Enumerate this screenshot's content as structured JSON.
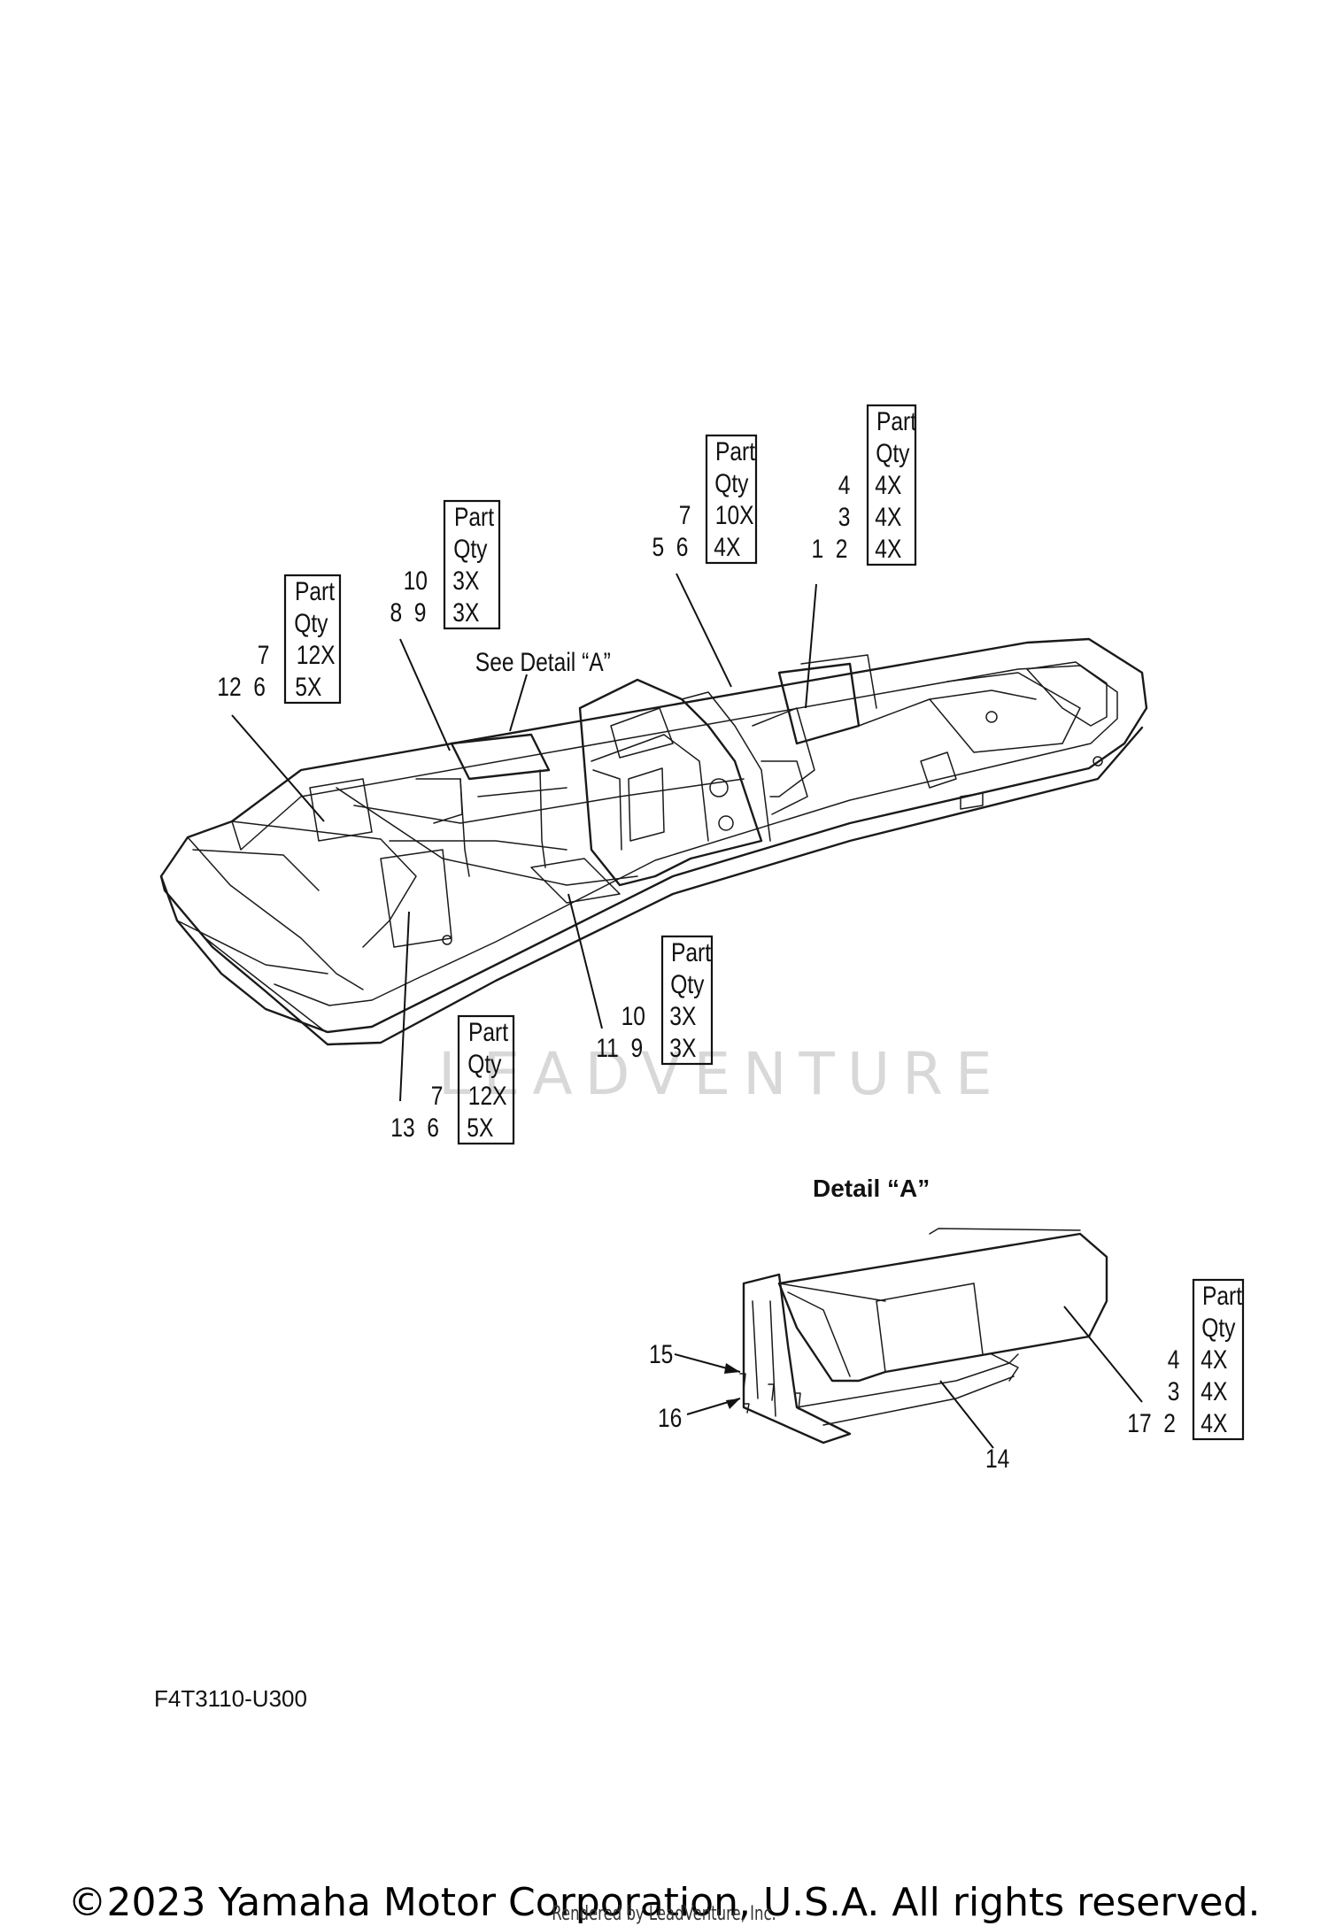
{
  "diagram": {
    "part_qty_header_part": "Part",
    "part_qty_header_qty": "Qty",
    "see_detail_label": "See Detail “A”",
    "detail_title": "Detail “A”",
    "watermark": "LEADVENTURE",
    "tables": [
      {
        "rows": [
          {
            "parts": "7",
            "qty": "12X"
          },
          {
            "parts": "12  6",
            "qty": "5X"
          }
        ]
      },
      {
        "rows": [
          {
            "parts": "10",
            "qty": "3X"
          },
          {
            "parts": "8  9",
            "qty": "3X"
          }
        ]
      },
      {
        "rows": [
          {
            "parts": "7",
            "qty": "10X"
          },
          {
            "parts": "5  6",
            "qty": "4X"
          }
        ]
      },
      {
        "rows": [
          {
            "parts": "4",
            "qty": "4X"
          },
          {
            "parts": "3",
            "qty": "4X"
          },
          {
            "parts": "1  2",
            "qty": "4X"
          }
        ]
      },
      {
        "rows": [
          {
            "parts": "10",
            "qty": "3X"
          },
          {
            "parts": "11  9",
            "qty": "3X"
          }
        ]
      },
      {
        "rows": [
          {
            "parts": "7",
            "qty": "12X"
          },
          {
            "parts": "13  6",
            "qty": "5X"
          }
        ]
      },
      {
        "rows": [
          {
            "parts": "4",
            "qty": "4X"
          },
          {
            "parts": "3",
            "qty": "4X"
          },
          {
            "parts": "17  2",
            "qty": "4X"
          }
        ]
      }
    ],
    "callouts": {
      "c14": "14",
      "c15": "15",
      "c16": "16"
    }
  },
  "footer": {
    "figure_code": "F4T3110-U300",
    "copyright": "©2023 Yamaha Motor Corporation, U.S.A. All rights reserved.",
    "rendered_by": "Rendered by LeadVenture, Inc."
  }
}
